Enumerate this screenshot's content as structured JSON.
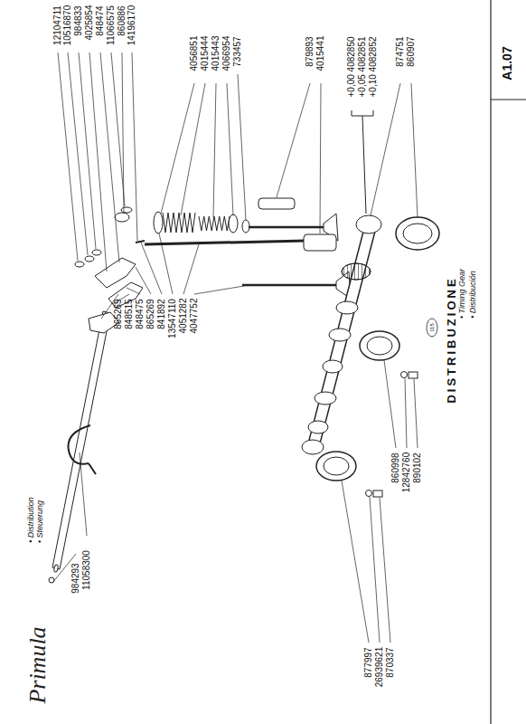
{
  "diagram": {
    "title": "DISTRIBUZIONE",
    "labels": [
      "12104711",
      "10516870",
      "984833",
      "4025854",
      "848474",
      "11066575",
      "860886",
      "14196170",
      "4056851",
      "4015444",
      "4015443",
      "4066954",
      "733457",
      "879893",
      "4015441",
      "+0,00 4082850",
      "+0,05 4082851",
      "+0,10 4082852",
      "874751",
      "860907",
      "A1.07",
      "865269",
      "848515",
      "848475",
      "865269",
      "841892",
      "13547110",
      "4051282",
      "4047752",
      "• Timing Gear",
      "• Distribución",
      "115",
      "860998",
      "12842760",
      "890102",
      "11058300",
      "984293",
      "877997",
      "26939621",
      "870337",
      "• Distribution",
      "• Steuerung",
      "Primula"
    ]
  }
}
